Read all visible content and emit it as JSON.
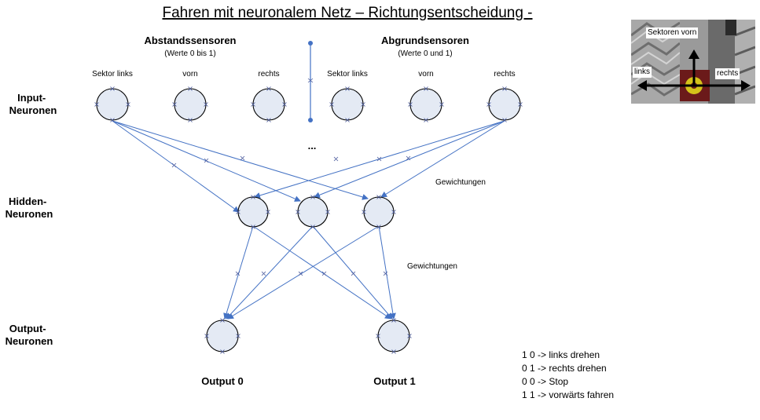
{
  "title": "Fahren mit neuronalem Netz – Richtungsentscheidung -",
  "groups": {
    "distance": {
      "title": "Abstandssensoren",
      "subtitle": "(Werte 0 bis 1)"
    },
    "abyss": {
      "title": "Abgrundsensoren",
      "subtitle": "(Werte 0 und 1)"
    }
  },
  "sensor_labels": [
    "Sektor links",
    "vorn",
    "rechts",
    "Sektor links",
    "vorn",
    "rechts"
  ],
  "ellipsis": "...",
  "layers": {
    "input": [
      "Input-",
      "Neuronen"
    ],
    "hidden": [
      "Hidden-",
      "Neuronen"
    ],
    "output": [
      "Output-",
      "Neuronen"
    ]
  },
  "weights_labels": [
    "Gewichtungen",
    "Gewichtungen"
  ],
  "outputs": [
    "Output 0",
    "Output 1"
  ],
  "legend": [
    "1 0 -> links drehen",
    "0 1 -> rechts drehen",
    "0 0 -> Stop",
    "1 1 -> vorwärts fahren"
  ],
  "thumbnail": {
    "labels": {
      "front": "Sektoren vorn",
      "left": "links",
      "right": "rechts"
    }
  }
}
